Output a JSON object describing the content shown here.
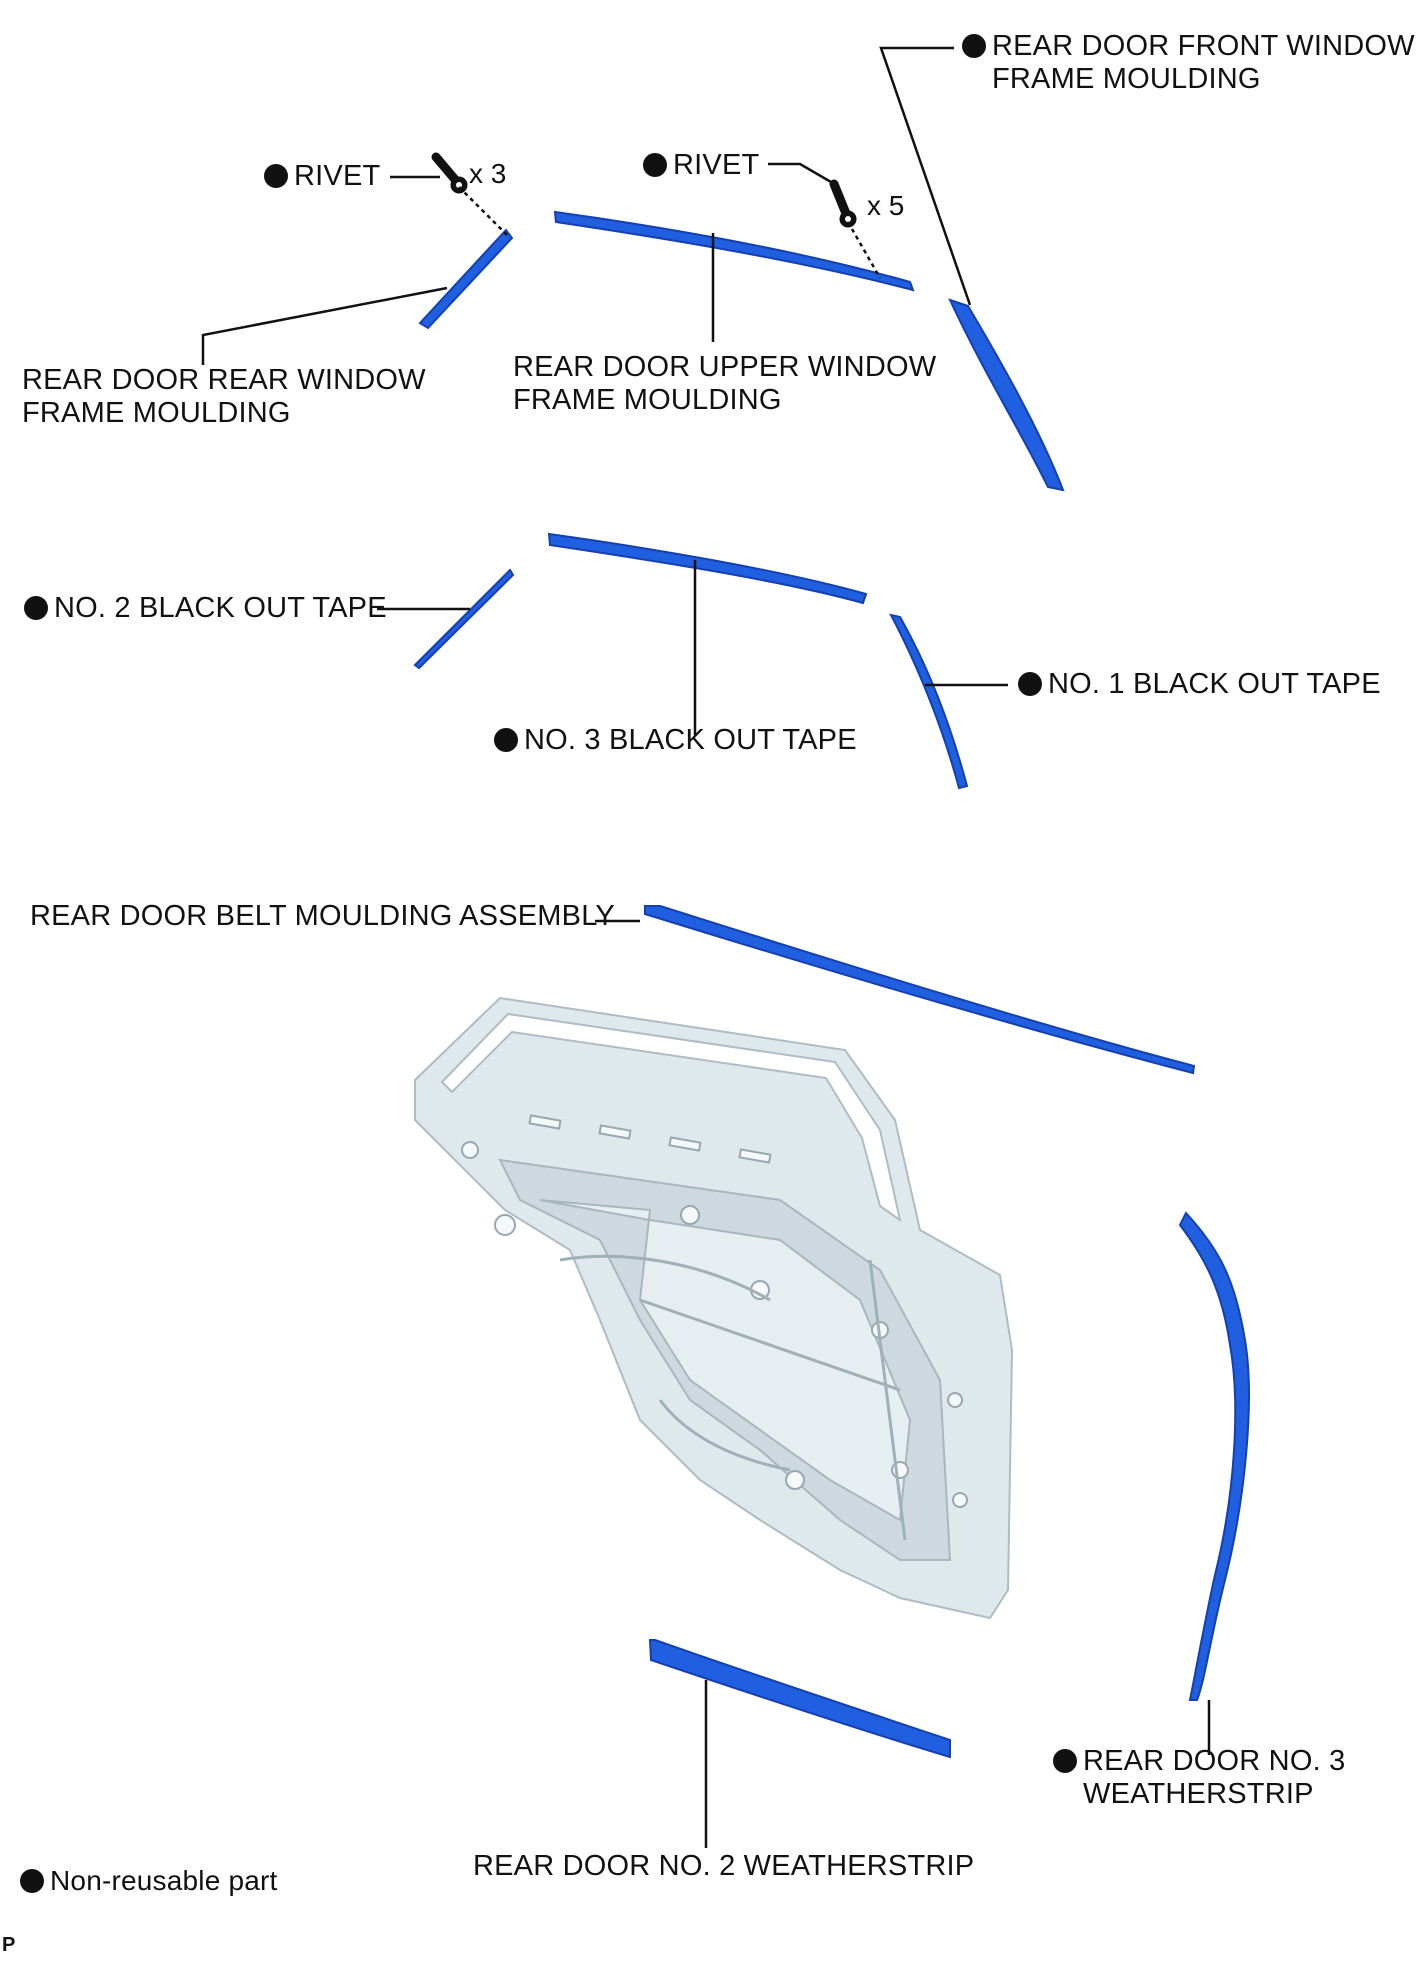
{
  "colors": {
    "part_blue": "#1f5fe0",
    "part_blue_dark": "#1440b0",
    "door_panel": "#dfe8ec",
    "door_panel_shade": "#b9c8cf",
    "leader": "#111111"
  },
  "labels": {
    "front_window_frame": {
      "line1": "REAR DOOR FRONT WINDOW",
      "line2": "FRAME MOULDING"
    },
    "rivet_left": {
      "text": "RIVET",
      "qty": "x 3"
    },
    "rivet_right": {
      "text": "RIVET",
      "qty": "x 5"
    },
    "rear_window_frame": {
      "line1": "REAR DOOR REAR WINDOW",
      "line2": "FRAME MOULDING"
    },
    "upper_window_frame": {
      "line1": "REAR DOOR UPPER WINDOW",
      "line2": "FRAME MOULDING"
    },
    "tape_no2": "NO. 2 BLACK OUT TAPE",
    "tape_no1": "NO. 1 BLACK OUT TAPE",
    "tape_no3": "NO. 3 BLACK OUT TAPE",
    "belt_moulding": "REAR DOOR BELT MOULDING ASSEMBLY",
    "weatherstrip_no3": {
      "line1": "REAR DOOR NO. 3",
      "line2": "WEATHERSTRIP"
    },
    "weatherstrip_no2": "REAR DOOR NO. 2 WEATHERSTRIP",
    "legend": "Non-reusable part",
    "corner_code": "P"
  }
}
